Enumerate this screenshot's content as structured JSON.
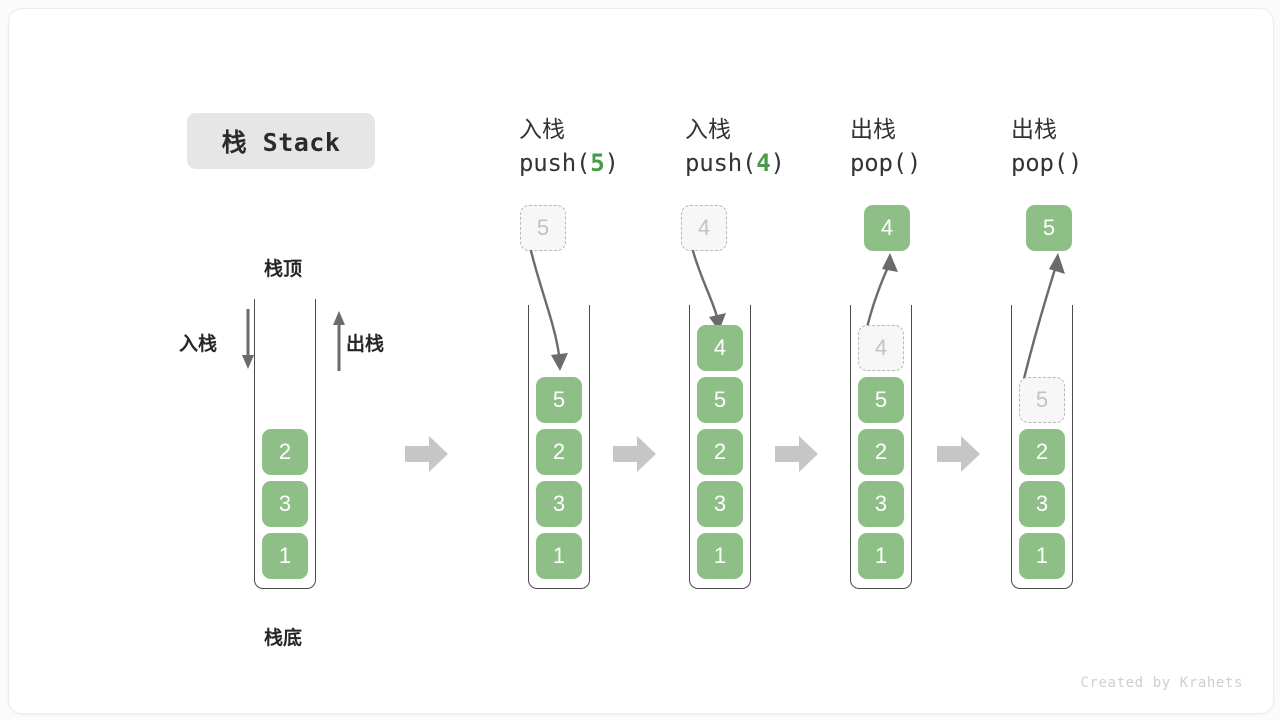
{
  "title": {
    "text": "栈 Stack"
  },
  "footer": {
    "text": "Created by Krahets"
  },
  "colors": {
    "element_green": "#8dbf86",
    "ghost_fill": "#f7f7f7",
    "ghost_border": "#b9b9b9",
    "container_stroke": "#4a4a4a",
    "flow_arrow": "#c6c6c6",
    "accent_text_green": "#4a9a4a",
    "card_bg": "#ffffff",
    "page_bg": "#fbfbfb",
    "title_chip_bg": "#e6e6e6"
  },
  "legend": {
    "top_label": "栈顶",
    "bottom_label": "栈底",
    "push_label": "入栈",
    "pop_label": "出栈"
  },
  "columns": [
    {
      "id": "initial",
      "head_cn": "",
      "head_code": "",
      "code_arg": "",
      "stack": [
        "1",
        "3",
        "2"
      ],
      "ghost_in_stack": null,
      "floating": null,
      "floating_kind": null
    },
    {
      "id": "push-5",
      "head_cn": "入栈",
      "head_code_prefix": "push(",
      "code_arg": "5",
      "head_code_suffix": ")",
      "stack": [
        "1",
        "3",
        "2",
        "5"
      ],
      "ghost_in_stack": null,
      "floating": "5",
      "floating_kind": "ghost",
      "arrow_dir": "down"
    },
    {
      "id": "push-4",
      "head_cn": "入栈",
      "head_code_prefix": "push(",
      "code_arg": "4",
      "head_code_suffix": ")",
      "stack": [
        "1",
        "3",
        "2",
        "5",
        "4"
      ],
      "ghost_in_stack": null,
      "floating": "4",
      "floating_kind": "ghost",
      "arrow_dir": "down"
    },
    {
      "id": "pop-1",
      "head_cn": "出栈",
      "head_code_prefix": "pop(",
      "code_arg": "",
      "head_code_suffix": ")",
      "stack": [
        "1",
        "3",
        "2",
        "5"
      ],
      "ghost_in_stack": "4",
      "floating": "4",
      "floating_kind": "solid",
      "arrow_dir": "up"
    },
    {
      "id": "pop-2",
      "head_cn": "出栈",
      "head_code_prefix": "pop(",
      "code_arg": "",
      "head_code_suffix": ")",
      "stack": [
        "1",
        "3",
        "2"
      ],
      "ghost_in_stack": "5",
      "floating": "5",
      "floating_kind": "solid",
      "arrow_dir": "up"
    }
  ]
}
